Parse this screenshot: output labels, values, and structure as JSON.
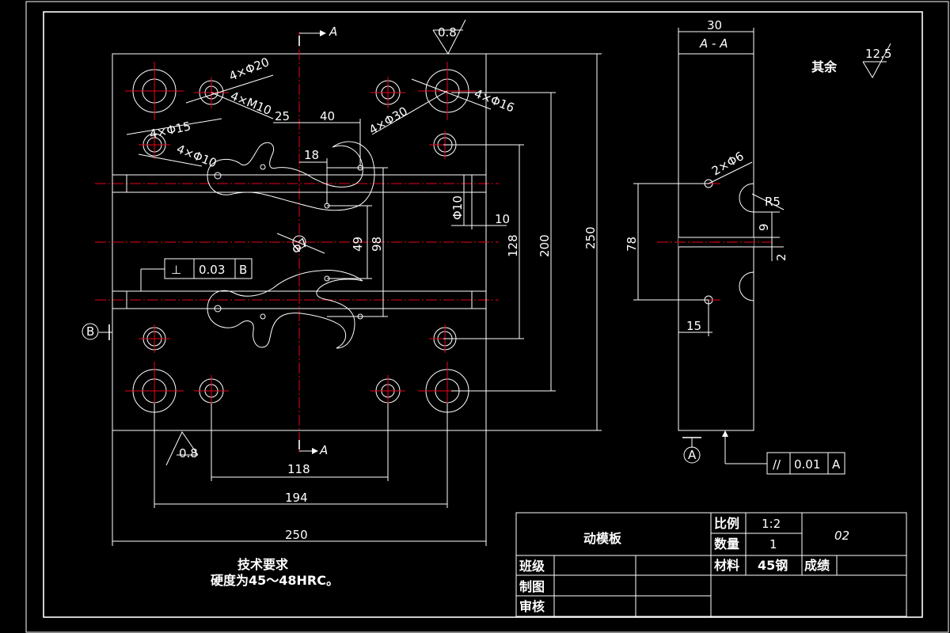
{
  "title_block": {
    "part_name": "动模板",
    "scale_label": "比例",
    "scale_value": "1:2",
    "quantity_label": "数量",
    "quantity_value": "1",
    "drawing_no": "02",
    "material_label": "材料",
    "material_value": "45钢",
    "grade_label": "成绩",
    "class_label": "班级",
    "drafter_label": "制图",
    "checker_label": "审核"
  },
  "tech_requirements": {
    "title": "技术要求",
    "line1": "硬度为45～48HRC。"
  },
  "roughness": {
    "rest_label": "其余",
    "rest_value": "12.5",
    "top_value": "0.8",
    "bottom_value": "0.8"
  },
  "section": {
    "label_top": "A",
    "label_bottom": "A",
    "view_label": "A - A",
    "datum_a": "A",
    "datum_b": "B"
  },
  "tolerances": {
    "perp_symbol": "⊥",
    "perp_value": "0.03",
    "perp_datum": "B",
    "par_symbol": "//",
    "par_value": "0.01",
    "par_datum": "A"
  },
  "dimensions": {
    "holes_20": "4×Φ20",
    "holes_m10": "4×M10",
    "holes_15": "4×Φ15",
    "holes_10": "4×Φ10",
    "holes_30": "4×Φ30",
    "holes_16": "4×Φ16",
    "d25": "25",
    "d40": "40",
    "d18": "18",
    "d_phi10": "Φ10",
    "d10": "10",
    "d_phi7": "Φ7",
    "d49": "49",
    "d98": "98",
    "d128": "128",
    "d200": "200",
    "d250v": "250",
    "d118": "118",
    "d194": "194",
    "d250h": "250",
    "d30": "30",
    "holes_2x6": "2×Φ6",
    "r5": "R5",
    "d9": "9",
    "d2": "2",
    "d78": "78",
    "d15": "15"
  }
}
